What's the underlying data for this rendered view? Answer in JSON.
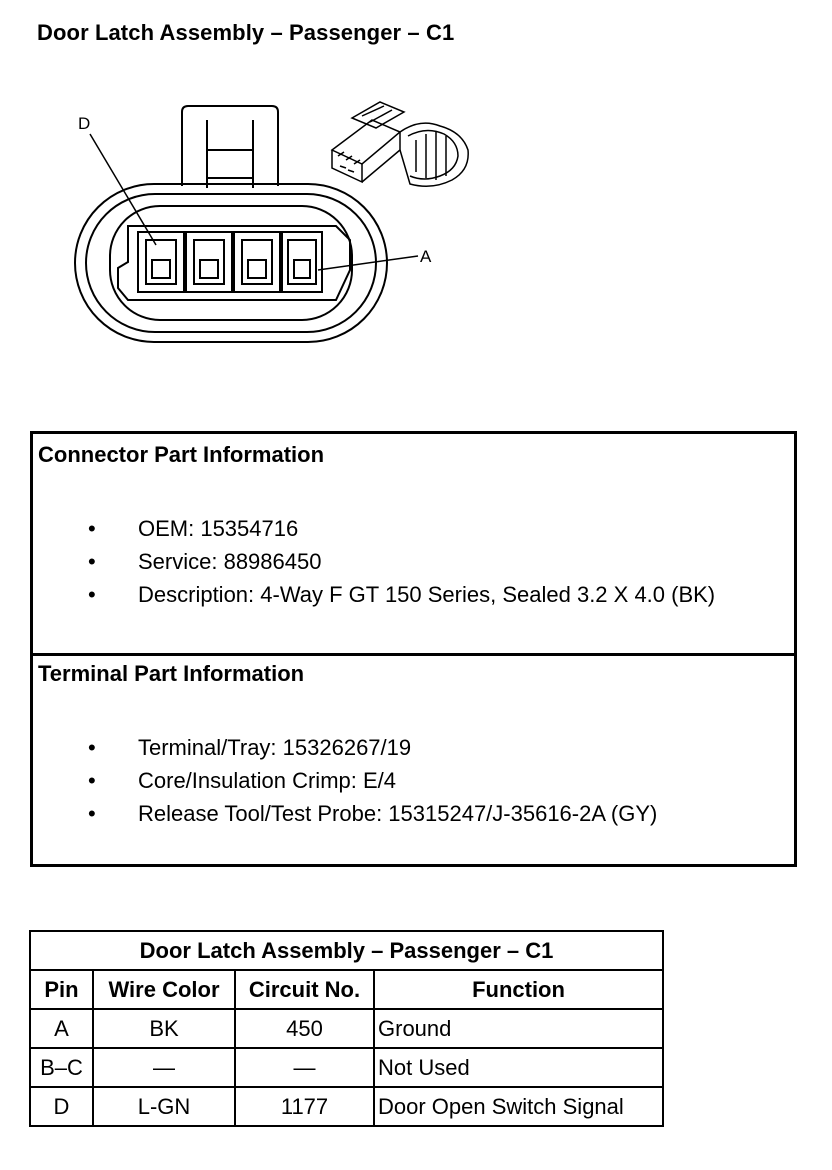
{
  "title": "Door Latch Assembly – Passenger – C1",
  "diagram": {
    "label_d": "D",
    "label_a": "A"
  },
  "connector_info": {
    "heading": "Connector Part Information",
    "items": [
      "OEM: 15354716",
      "Service: 88986450",
      "Description: 4-Way F GT 150 Series, Sealed 3.2 X 4.0 (BK)"
    ]
  },
  "terminal_info": {
    "heading": "Terminal Part Information",
    "items": [
      "Terminal/Tray: 15326267/19",
      "Core/Insulation Crimp: E/4",
      "Release Tool/Test Probe: 15315247/J-35616-2A (GY)"
    ]
  },
  "pin_table": {
    "title": "Door Latch Assembly – Passenger – C1",
    "headers": [
      "Pin",
      "Wire Color",
      "Circuit No.",
      "Function"
    ],
    "rows": [
      [
        "A",
        "BK",
        "450",
        "Ground"
      ],
      [
        "B–C",
        "—",
        "—",
        "Not Used"
      ],
      [
        "D",
        "L-GN",
        "1177",
        "Door Open Switch Signal"
      ]
    ]
  }
}
